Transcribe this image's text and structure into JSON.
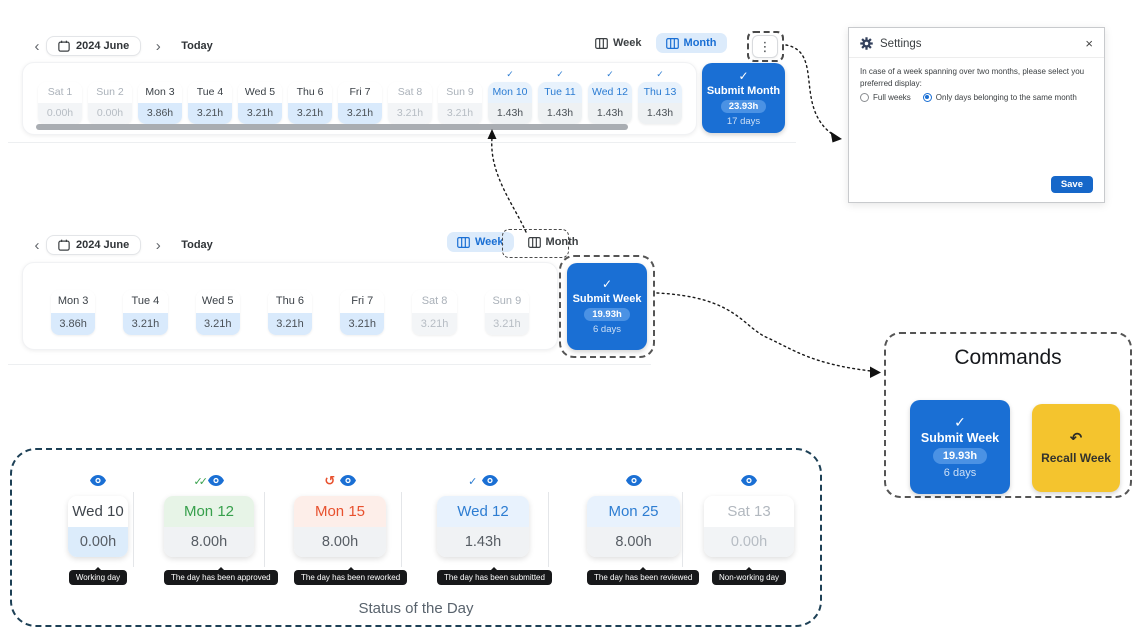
{
  "icons": {
    "check": "✓",
    "double_check": "✓✓",
    "rework": "↺",
    "recall": "↶",
    "kebab": "⋮",
    "chevron_left": "‹",
    "chevron_right": "›",
    "close": "×"
  },
  "colors": {
    "primary_blue": "#1a6fd4",
    "selected_toggle_bg": "#dcebfb",
    "submitted_day_bg": "#e8f2fc",
    "open_hours_bg": "#d9eafc",
    "approved_green": "#3aa24f",
    "reworked_red": "#e8512e",
    "recall_yellow": "#f4c42e",
    "tooltip_black": "#17181a"
  },
  "month_widget": {
    "nav": {
      "date_label": "2024 June",
      "today_label": "Today"
    },
    "view_toggle": {
      "week_label": "Week",
      "month_label": "Month",
      "selected": "Month"
    },
    "days": [
      {
        "label": "Sat 1",
        "hours": "0.00h",
        "state": "weekend"
      },
      {
        "label": "Sun 2",
        "hours": "0.00h",
        "state": "weekend"
      },
      {
        "label": "Mon 3",
        "hours": "3.86h",
        "state": "open"
      },
      {
        "label": "Tue 4",
        "hours": "3.21h",
        "state": "open"
      },
      {
        "label": "Wed 5",
        "hours": "3.21h",
        "state": "open"
      },
      {
        "label": "Thu 6",
        "hours": "3.21h",
        "state": "open"
      },
      {
        "label": "Fri 7",
        "hours": "3.21h",
        "state": "open"
      },
      {
        "label": "Sat 8",
        "hours": "3.21h",
        "state": "weekend"
      },
      {
        "label": "Sun 9",
        "hours": "3.21h",
        "state": "weekend"
      },
      {
        "label": "Mon 10",
        "hours": "1.43h",
        "state": "submitted"
      },
      {
        "label": "Tue 11",
        "hours": "1.43h",
        "state": "submitted"
      },
      {
        "label": "Wed 12",
        "hours": "1.43h",
        "state": "submitted"
      },
      {
        "label": "Thu 13",
        "hours": "1.43h",
        "state": "submitted"
      }
    ],
    "submit_button": {
      "label": "Submit Month",
      "total_hours": "23.93h",
      "days_count": "17 days"
    }
  },
  "week_widget": {
    "nav": {
      "date_label": "2024 June",
      "today_label": "Today"
    },
    "view_toggle": {
      "week_label": "Week",
      "month_label": "Month",
      "selected": "Week"
    },
    "days": [
      {
        "label": "Mon 3",
        "hours": "3.86h",
        "state": "open"
      },
      {
        "label": "Tue 4",
        "hours": "3.21h",
        "state": "open"
      },
      {
        "label": "Wed 5",
        "hours": "3.21h",
        "state": "open"
      },
      {
        "label": "Thu 6",
        "hours": "3.21h",
        "state": "open"
      },
      {
        "label": "Fri 7",
        "hours": "3.21h",
        "state": "open"
      },
      {
        "label": "Sat 8",
        "hours": "3.21h",
        "state": "weekend"
      },
      {
        "label": "Sun 9",
        "hours": "3.21h",
        "state": "weekend"
      }
    ],
    "submit_button": {
      "label": "Submit Week",
      "total_hours": "19.93h",
      "days_count": "6 days"
    }
  },
  "settings_panel": {
    "title": "Settings",
    "description": "In case of a week spanning over two months, please select you preferred display:",
    "options": [
      {
        "label": "Full weeks",
        "selected": false
      },
      {
        "label": "Only days belonging to the same month",
        "selected": true
      }
    ],
    "save_label": "Save"
  },
  "commands_panel": {
    "title": "Commands",
    "submit_button": {
      "label": "Submit Week",
      "total_hours": "19.93h",
      "days_count": "6 days"
    },
    "recall_button": {
      "label": "Recall Week"
    }
  },
  "status_panel": {
    "caption": "Status of the Day",
    "items": [
      {
        "day": "Wed 10",
        "hours": "0.00h",
        "status": "working",
        "tooltip": "Working day"
      },
      {
        "day": "Mon 12",
        "hours": "8.00h",
        "status": "approved",
        "tooltip": "The day has been approved"
      },
      {
        "day": "Mon 15",
        "hours": "8.00h",
        "status": "reworked",
        "tooltip": "The day has been reworked"
      },
      {
        "day": "Wed 12",
        "hours": "1.43h",
        "status": "submitted",
        "tooltip": "The day has been submitted"
      },
      {
        "day": "Mon 25",
        "hours": "8.00h",
        "status": "reviewed",
        "tooltip": "The day has been reviewed"
      },
      {
        "day": "Sat 13",
        "hours": "0.00h",
        "status": "nonworking",
        "tooltip": "Non-working day"
      }
    ]
  }
}
